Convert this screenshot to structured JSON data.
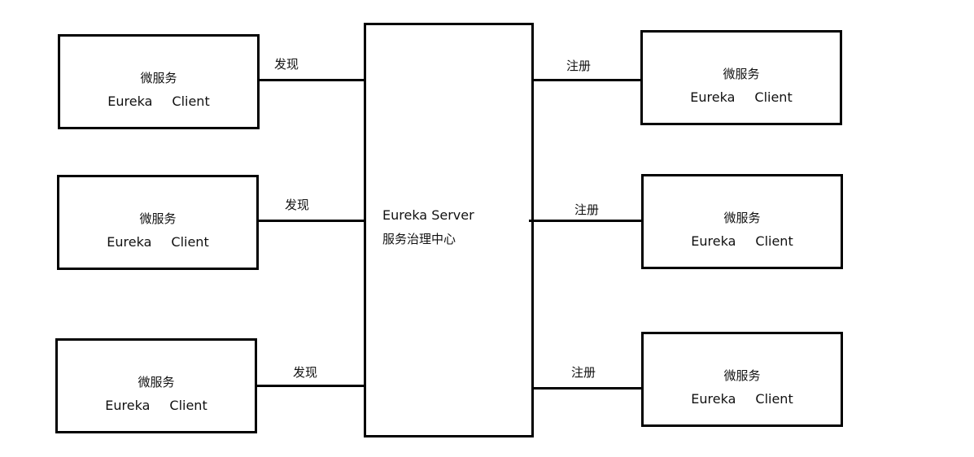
{
  "server": {
    "line1": "Eureka Server",
    "line2": "服务治理中心"
  },
  "left_clients": [
    {
      "title": "微服务",
      "word1": "Eureka",
      "word2": "Client",
      "edge_label": "发现"
    },
    {
      "title": "微服务",
      "word1": "Eureka",
      "word2": "Client",
      "edge_label": "发现"
    },
    {
      "title": "微服务",
      "word1": "Eureka",
      "word2": "Client",
      "edge_label": "发现"
    }
  ],
  "right_clients": [
    {
      "title": "微服务",
      "word1": "Eureka",
      "word2": "Client",
      "edge_label": "注册"
    },
    {
      "title": "微服务",
      "word1": "Eureka",
      "word2": "Client",
      "edge_label": "注册"
    },
    {
      "title": "微服务",
      "word1": "Eureka",
      "word2": "Client",
      "edge_label": "注册"
    }
  ]
}
